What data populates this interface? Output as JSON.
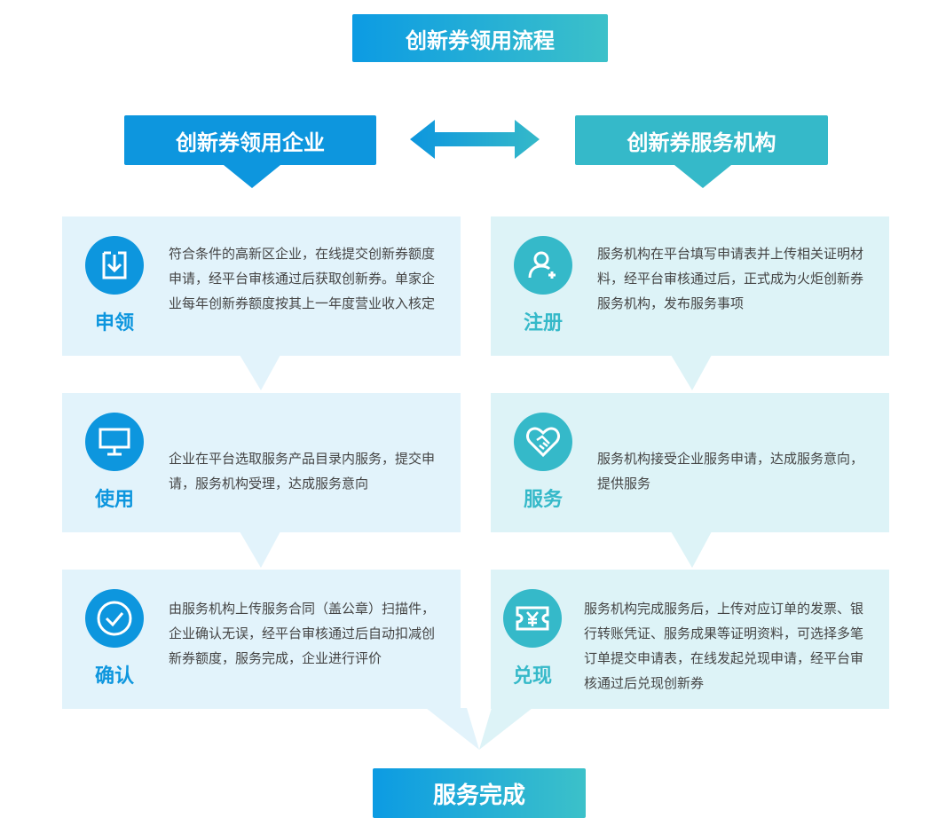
{
  "title": "创新券领用流程",
  "left_header": "创新券领用企业",
  "right_header": "创新券服务机构",
  "final": "服务完成",
  "left_steps": [
    {
      "label": "申领",
      "icon": "download-icon",
      "text": "符合条件的高新区企业，在线提交创新券额度申请，经平台审核通过后获取创新券。单家企业每年创新券额度按其上一年度营业收入核定"
    },
    {
      "label": "使用",
      "icon": "monitor-icon",
      "text": "企业在平台选取服务产品目录内服务，提交申请，服务机构受理，达成服务意向"
    },
    {
      "label": "确认",
      "icon": "check-circle-icon",
      "text": "由服务机构上传服务合同（盖公章）扫描件，企业确认无误，经平台审核通过后自动扣减创新券额度，服务完成，企业进行评价"
    }
  ],
  "right_steps": [
    {
      "label": "注册",
      "icon": "user-add-icon",
      "text": "服务机构在平台填写申请表并上传相关证明材料，经平台审核通过后，正式成为火炬创新券服务机构，发布服务事项"
    },
    {
      "label": "服务",
      "icon": "handshake-heart-icon",
      "text": "服务机构接受企业服务申请，达成服务意向，提供服务"
    },
    {
      "label": "兑现",
      "icon": "yen-ticket-icon",
      "text": "服务机构完成服务后，上传对应订单的发票、银行转账凭证、服务成果等证明资料，可选择多笔订单提交申请表，在线发起兑现申请，经平台审核通过后兑现创新券"
    }
  ],
  "colors": {
    "blue": "#0d96de",
    "teal": "#35b9c9",
    "card_blue": "#e2f3fb",
    "card_teal": "#ddf3f7"
  }
}
